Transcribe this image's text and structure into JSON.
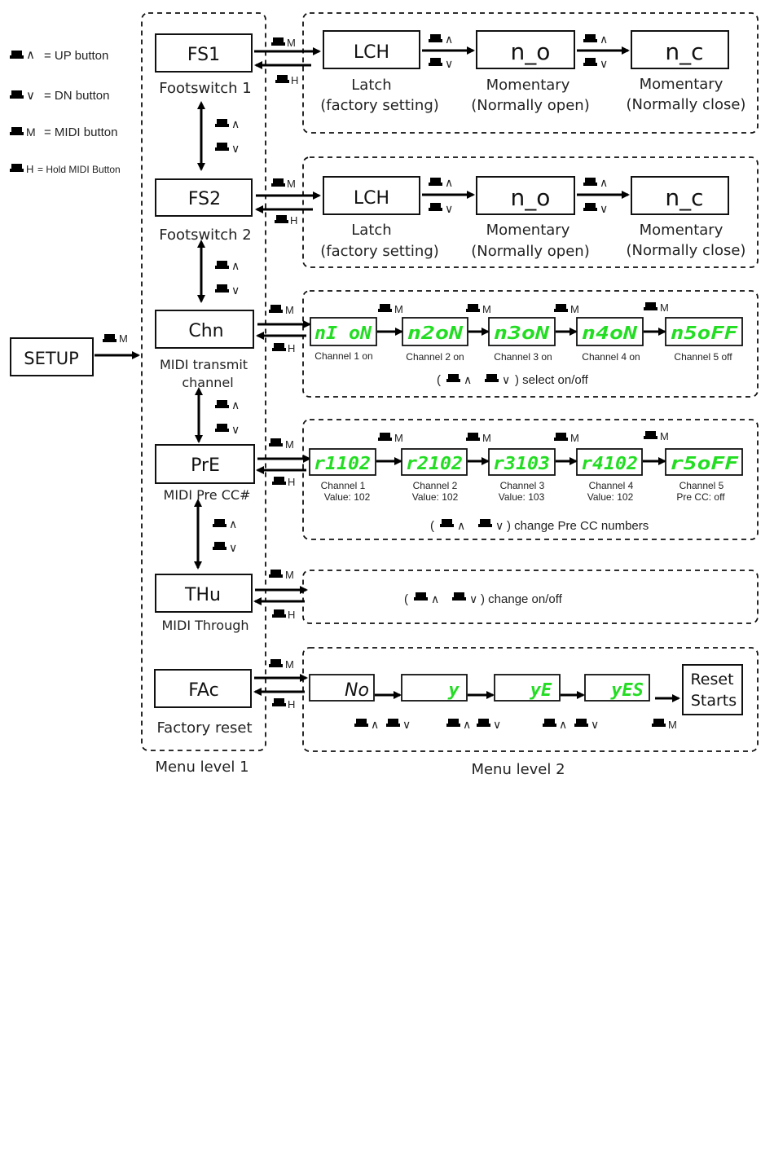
{
  "legend": {
    "up": "= UP button",
    "dn": "= DN button",
    "midi": "= MIDI button",
    "hold": "= Hold MIDI Button",
    "up_glyph": "∧",
    "dn_glyph": "∨",
    "m_glyph": "M",
    "h_glyph": "H"
  },
  "setup_label": "SETUP",
  "level1": {
    "fs1": {
      "code": "FS1",
      "caption": "Footswitch 1"
    },
    "fs2": {
      "code": "FS2",
      "caption": "Footswitch 2"
    },
    "chn": {
      "code": "Chn",
      "caption1": "MIDI transmit",
      "caption2": "channel"
    },
    "pre": {
      "code": "PrE",
      "caption": "MIDI Pre CC#"
    },
    "thu": {
      "code": "THu",
      "caption": "MIDI Through"
    },
    "fac": {
      "code": "FAc",
      "caption": "Factory reset"
    },
    "footer": "Menu level 1"
  },
  "fs_modes": [
    {
      "code": "LCH",
      "caption1": "Latch",
      "caption2": "(factory setting)"
    },
    {
      "code": "n_o",
      "caption1": "Momentary",
      "caption2": "(Normally open)"
    },
    {
      "code": "n_c",
      "caption1": "Momentary",
      "caption2": "(Normally close)"
    }
  ],
  "chn_row": {
    "displays": [
      "nI oN",
      "n2oN",
      "n3oN",
      "n4oN",
      "n5oFF"
    ],
    "labels": [
      "Channel 1 on",
      "Channel 2 on",
      "Channel 3 on",
      "Channel 4 on",
      "Channel 5 off"
    ],
    "note_open": "(",
    "note_text": ") select on/off"
  },
  "pre_row": {
    "displays": [
      "r1102",
      "r2102",
      "r3103",
      "r4102",
      "r5oFF"
    ],
    "labels1": [
      "Channel 1",
      "Channel 2",
      "Channel 3",
      "Channel 4",
      "Channel 5"
    ],
    "labels2": [
      "Value: 102",
      "Value: 102",
      "Value: 103",
      "Value: 102",
      "Pre CC: off"
    ],
    "note_open": "(",
    "note_text": ") change Pre CC numbers"
  },
  "thu_row": {
    "note_open": "(",
    "note_text": ") change on/off"
  },
  "fac_row": {
    "displays": [
      "No",
      "y",
      "yE",
      "yES"
    ],
    "reset1": "Reset",
    "reset2": "Starts"
  },
  "footer2": "Menu level 2",
  "colors": {
    "lcd_green": "#22dd22",
    "border": "#111111"
  }
}
